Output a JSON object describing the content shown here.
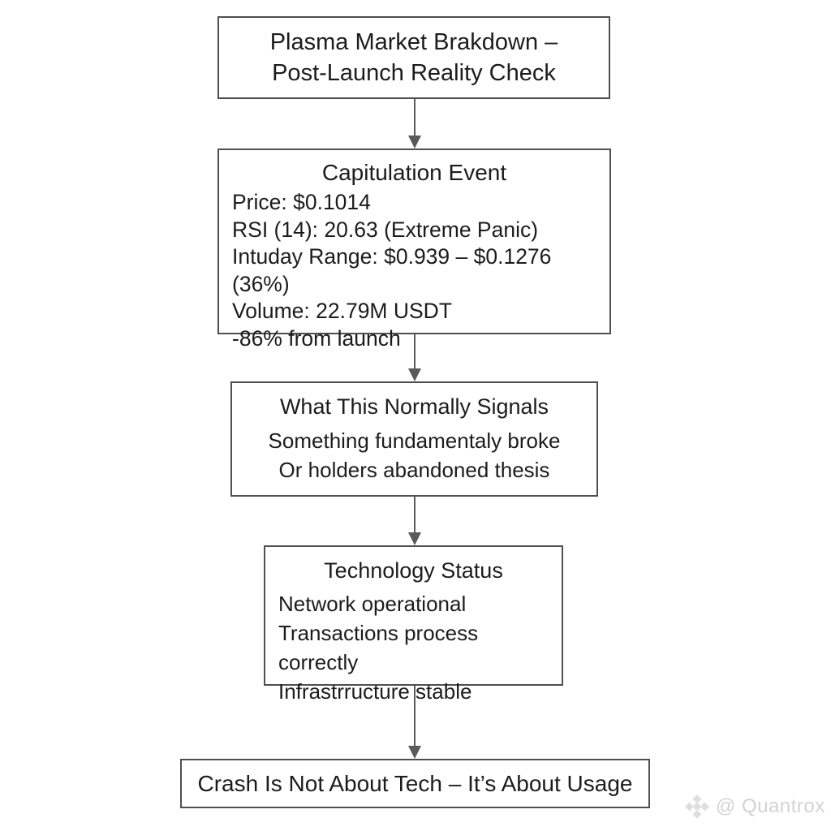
{
  "colors": {
    "background": "#ffffff",
    "box_border": "#4f4f4f",
    "text": "#1c1c1c",
    "arrow": "#5a5a5a",
    "watermark": "#d3d3d3"
  },
  "boxes": {
    "title": {
      "lines": [
        "Plasma Market Brakdown –",
        "Post-Launch Reality Check"
      ]
    },
    "capitulation": {
      "header": "Capitulation Event",
      "lines": [
        "Price: $0.1014",
        "RSI (14): 20.63 (Extreme Panic)",
        "Intuday Range: $0.939 – $0.1276 (36%)",
        "Volume: 22.79M USDT",
        "-86% from launch"
      ]
    },
    "signals": {
      "header": "What This Normally Signals",
      "lines": [
        "Something fundamentaly broke",
        "Or holders abandoned thesis"
      ]
    },
    "technology": {
      "header": "Technology Status",
      "lines": [
        "Network operational",
        "Transactions process correctly",
        "Infrastrructure stable"
      ]
    },
    "conclusion": {
      "text": "Crash Is Not About Tech – It’s About Usage"
    }
  },
  "watermark": {
    "icon": "gem-diamond-icon",
    "text": "@ Quantrox"
  }
}
